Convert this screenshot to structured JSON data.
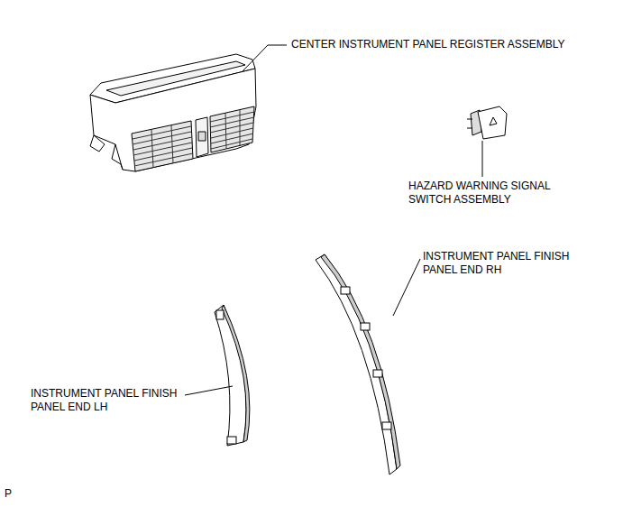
{
  "diagram": {
    "labels": [
      "CENTER INSTRUMENT PANEL REGISTER ASSEMBLY",
      "HAZARD WARNING SIGNAL SWITCH ASSEMBLY",
      "INSTRUMENT PANEL FINISH PANEL END RH",
      "INSTRUMENT PANEL FINISH PANEL END LH",
      "P"
    ]
  }
}
